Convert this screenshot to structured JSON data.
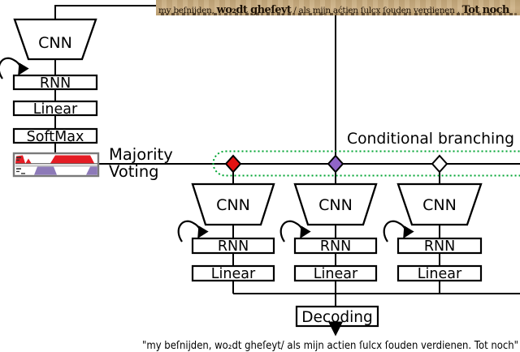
{
  "scan_strip": {
    "segments": [
      {
        "text": "my beſnijden, "
      },
      {
        "text": "wo₂dt gheſeyt"
      },
      {
        "text": " / als mijn aćtien ſulcx ſouden verdienen . "
      },
      {
        "text": "Tot noch"
      }
    ]
  },
  "left_pipeline": {
    "cnn": "CNN",
    "rnn": "RNN",
    "linear": "Linear",
    "softmax": "SoftMax"
  },
  "voting": {
    "line1": "Majority",
    "line2": "Voting"
  },
  "branching": {
    "label": "Conditional branching"
  },
  "branches": [
    {
      "cnn": "CNN",
      "rnn": "RNN",
      "linear": "Linear",
      "diamond_color": "#e31212"
    },
    {
      "cnn": "CNN",
      "rnn": "RNN",
      "linear": "Linear",
      "diamond_color": "#9065c8"
    },
    {
      "cnn": "CNN",
      "rnn": "RNN",
      "linear": "Linear",
      "diamond_color": "#ffffff"
    }
  ],
  "decoding": {
    "label": "Decoding"
  },
  "output": {
    "text": "\"my beſnijden, wo₂dt gheſeyt/ als mijn actien ſulcx ſouden verdienen. Tot noch\""
  },
  "colors": {
    "branching_green": "#00a532",
    "diamond_red": "#e31212",
    "diamond_purple": "#9065c8",
    "diamond_white": "#ffffff",
    "scan_background": "#c9ae83",
    "vote_red": "#e41c24",
    "vote_purple": "#8d7ab8"
  }
}
